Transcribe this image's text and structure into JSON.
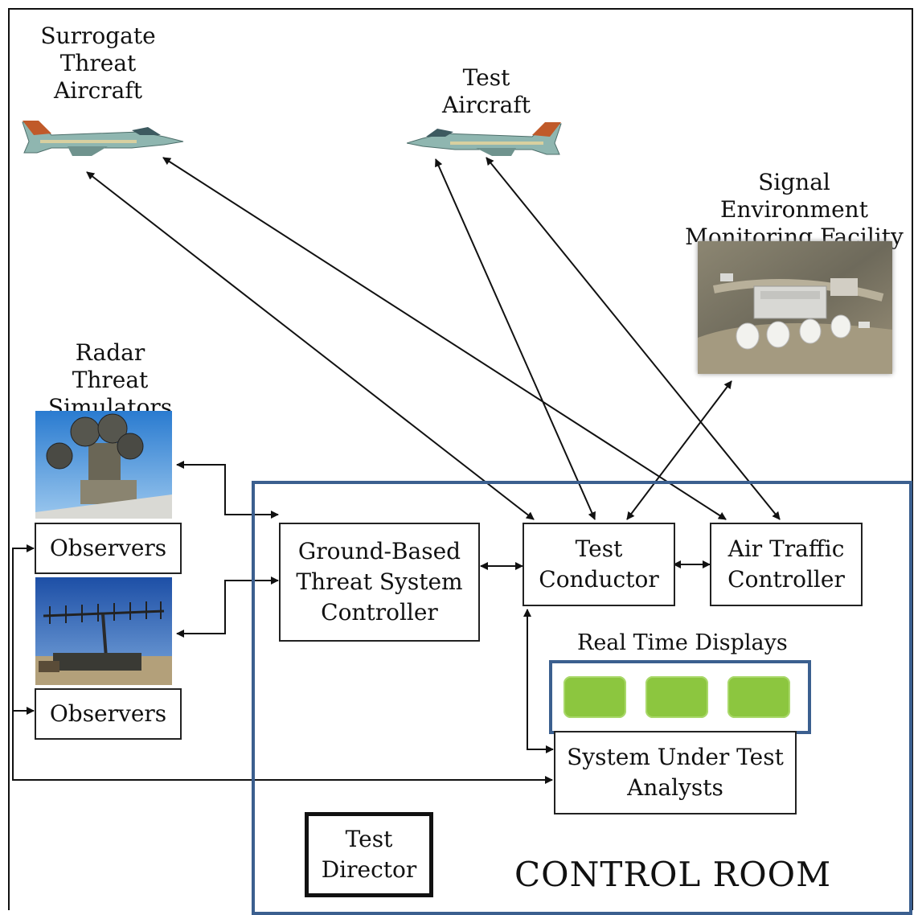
{
  "nodes": {
    "surrogate_threat_aircraft": "Surrogate\nThreat\nAircraft",
    "test_aircraft": "Test\nAircraft",
    "signal_environment": "Signal Environment\nMonitoring Facility",
    "radar_threat_simulators": "Radar Threat\nSimulators",
    "observers_1": "Observers",
    "observers_2": "Observers",
    "ground_based_controller": "Ground-Based\nThreat System\nController",
    "test_conductor": "Test\nConductor",
    "air_traffic_controller": "Air Traffic\nController",
    "real_time_displays": "Real Time  Displays",
    "system_under_test_analysts": "System Under Test\nAnalysts",
    "test_director": "Test\nDirector",
    "control_room": "CONTROL ROOM"
  },
  "colors": {
    "control_room_border": "#3b5f8f",
    "display_screen": "#8cc63f",
    "connector": "#111111"
  },
  "icons": {
    "aircraft": "fighter-jet-icon",
    "radar": "radar-dish-photo",
    "facility": "facility-aerial-photo"
  }
}
